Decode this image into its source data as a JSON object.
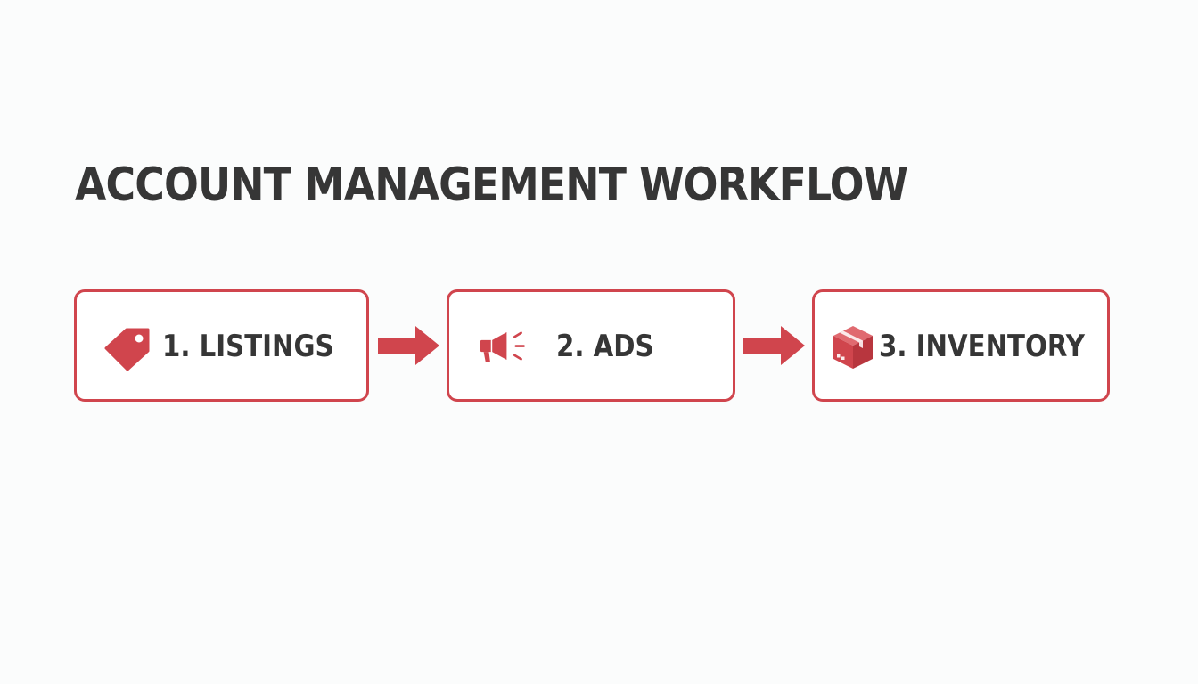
{
  "diagram": {
    "title": "ACCOUNT MANAGEMENT WORKFLOW",
    "accent_color": "#d0454d",
    "text_color": "#363636",
    "steps": [
      {
        "label": "1. LISTINGS",
        "icon": "price-tag-icon"
      },
      {
        "label": "2. ADS",
        "icon": "megaphone-icon"
      },
      {
        "label": "3. INVENTORY",
        "icon": "package-box-icon"
      }
    ],
    "connectors": [
      {
        "from": "1. LISTINGS",
        "to": "2. ADS",
        "icon": "arrow-right-icon"
      },
      {
        "from": "2. ADS",
        "to": "3. INVENTORY",
        "icon": "arrow-right-icon"
      }
    ]
  }
}
